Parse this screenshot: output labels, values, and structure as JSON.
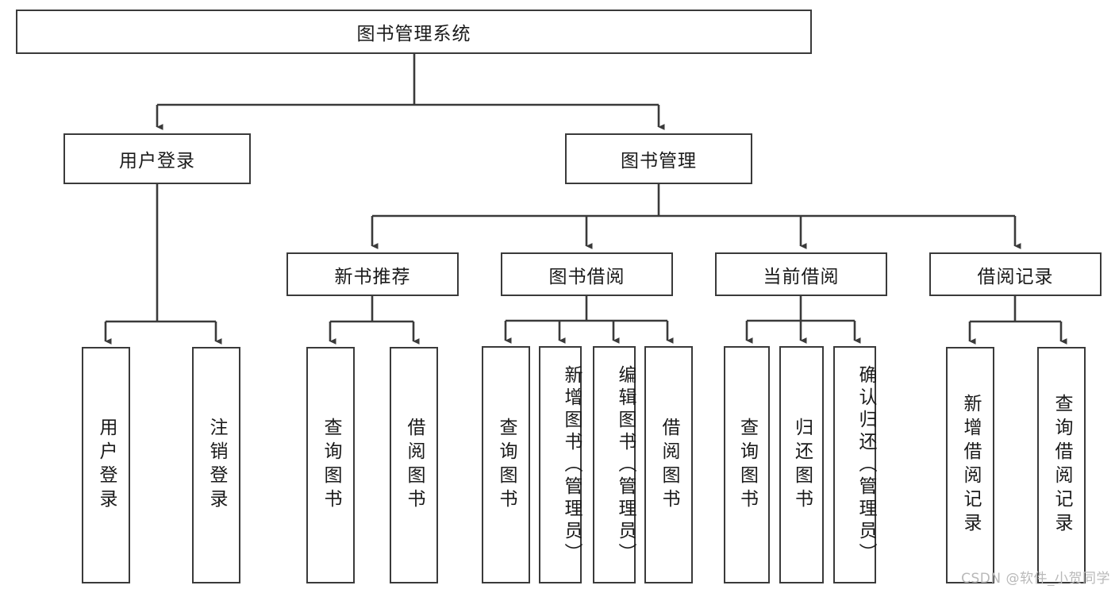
{
  "diagram": {
    "title": "图书管理系统",
    "type": "tree",
    "watermark": "CSDN @软件_小贺同学",
    "colors": {
      "stroke": "#3a3a3a",
      "fill": "#ffffff",
      "text": "#1a1a1a",
      "watermark": "#b9b9b9"
    },
    "root": {
      "label": "图书管理系统"
    },
    "level2": [
      {
        "label": "用户登录"
      },
      {
        "label": "图书管理"
      }
    ],
    "level3": [
      {
        "label": "新书推荐"
      },
      {
        "label": "图书借阅"
      },
      {
        "label": "当前借阅"
      },
      {
        "label": "借阅记录"
      }
    ],
    "leaves": {
      "user_login": [
        {
          "label": "用户登录"
        },
        {
          "label": "注销登录"
        }
      ],
      "new_book": [
        {
          "label": "查询图书"
        },
        {
          "label": "借阅图书"
        }
      ],
      "book_borrow": [
        {
          "label": "查询图书"
        },
        {
          "label": "新增图书（管理员）"
        },
        {
          "label": "编辑图书（管理员）"
        },
        {
          "label": "借阅图书"
        }
      ],
      "current_borrow": [
        {
          "label": "查询图书"
        },
        {
          "label": "归还图书"
        },
        {
          "label": "确认归还（管理员）"
        }
      ],
      "borrow_record": [
        {
          "label": "新增借阅记录"
        },
        {
          "label": "查询借阅记录"
        }
      ]
    }
  }
}
